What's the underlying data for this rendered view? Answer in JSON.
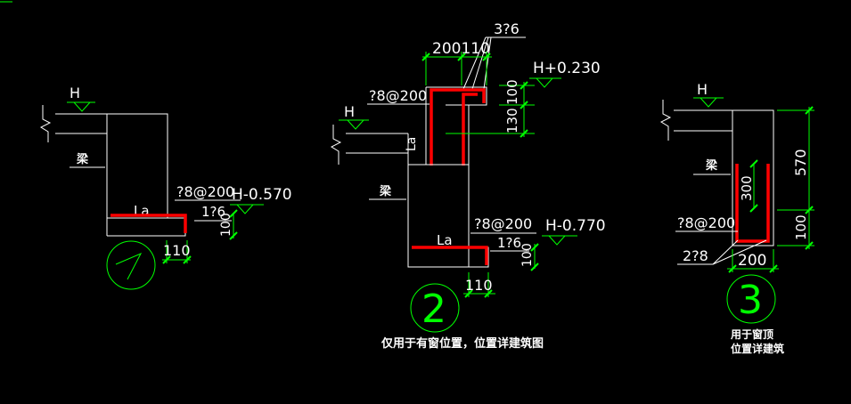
{
  "corner_label": "",
  "detail1": {
    "level_mark": "H",
    "beam_label": "梁",
    "anchor_label": "La",
    "rebar_spec": "?8@200",
    "level_offset": "H-0.570",
    "longitudinal_bars": "1?6",
    "dim_height": "100",
    "dim_width": "110",
    "number": "1"
  },
  "detail2": {
    "top_bars": "3?6",
    "dim_top": "200110",
    "top_level": "H+0.230",
    "top_rebar_spec": "?8@200",
    "dim_100": "100",
    "dim_130": "130",
    "level_mark": "H",
    "anchor_top": "La",
    "beam_label": "梁",
    "bottom_rebar_spec": "?8@200",
    "bottom_level": "H-0.770",
    "anchor_bottom": "La",
    "longitudinal_bars": "1?6",
    "dim_height": "100",
    "dim_width": "110",
    "number": "2",
    "note": "仅用于有窗位置，位置详建筑图"
  },
  "detail3": {
    "level_mark": "H",
    "beam_label": "梁",
    "dim_300": "300",
    "dim_570": "570",
    "rebar_spec": "?8@200",
    "dim_100": "100",
    "bars": "2?8",
    "dim_width": "200",
    "number": "3",
    "note_line1": "用于窗顶",
    "note_line2": "位置详建筑"
  }
}
